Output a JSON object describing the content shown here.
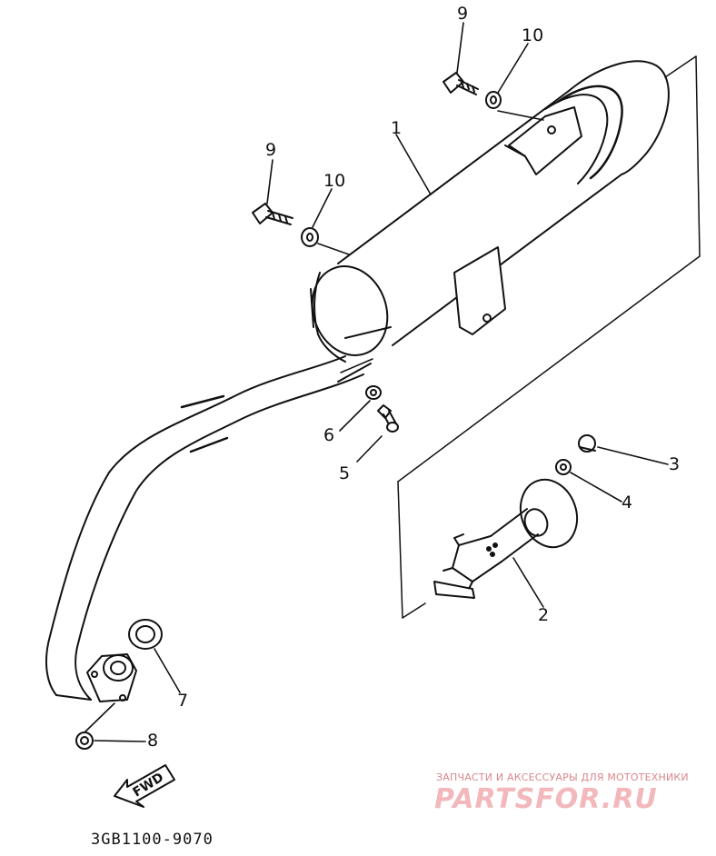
{
  "diagram": {
    "part_labels": [
      {
        "id": "p1",
        "text": "1"
      },
      {
        "id": "p2",
        "text": "2"
      },
      {
        "id": "p3",
        "text": "3"
      },
      {
        "id": "p4",
        "text": "4"
      },
      {
        "id": "p5",
        "text": "5"
      },
      {
        "id": "p6",
        "text": "6"
      },
      {
        "id": "p7",
        "text": "7"
      },
      {
        "id": "p8",
        "text": "8"
      },
      {
        "id": "p9a",
        "text": "9"
      },
      {
        "id": "p9b",
        "text": "9"
      },
      {
        "id": "p10a",
        "text": "10"
      },
      {
        "id": "p10b",
        "text": "10"
      }
    ],
    "direction_arrow": "FWD",
    "drawing_code": "3GB1100-9070"
  },
  "watermark": {
    "caption": "ЗАПЧАСТИ И АКСЕССУАРЫ ДЛЯ МОТОТЕХНИКИ",
    "logo": "PARTSFOR.RU",
    "color": "#f2b8bc"
  },
  "colors": {
    "ink": "#111111",
    "background": "#ffffff"
  }
}
